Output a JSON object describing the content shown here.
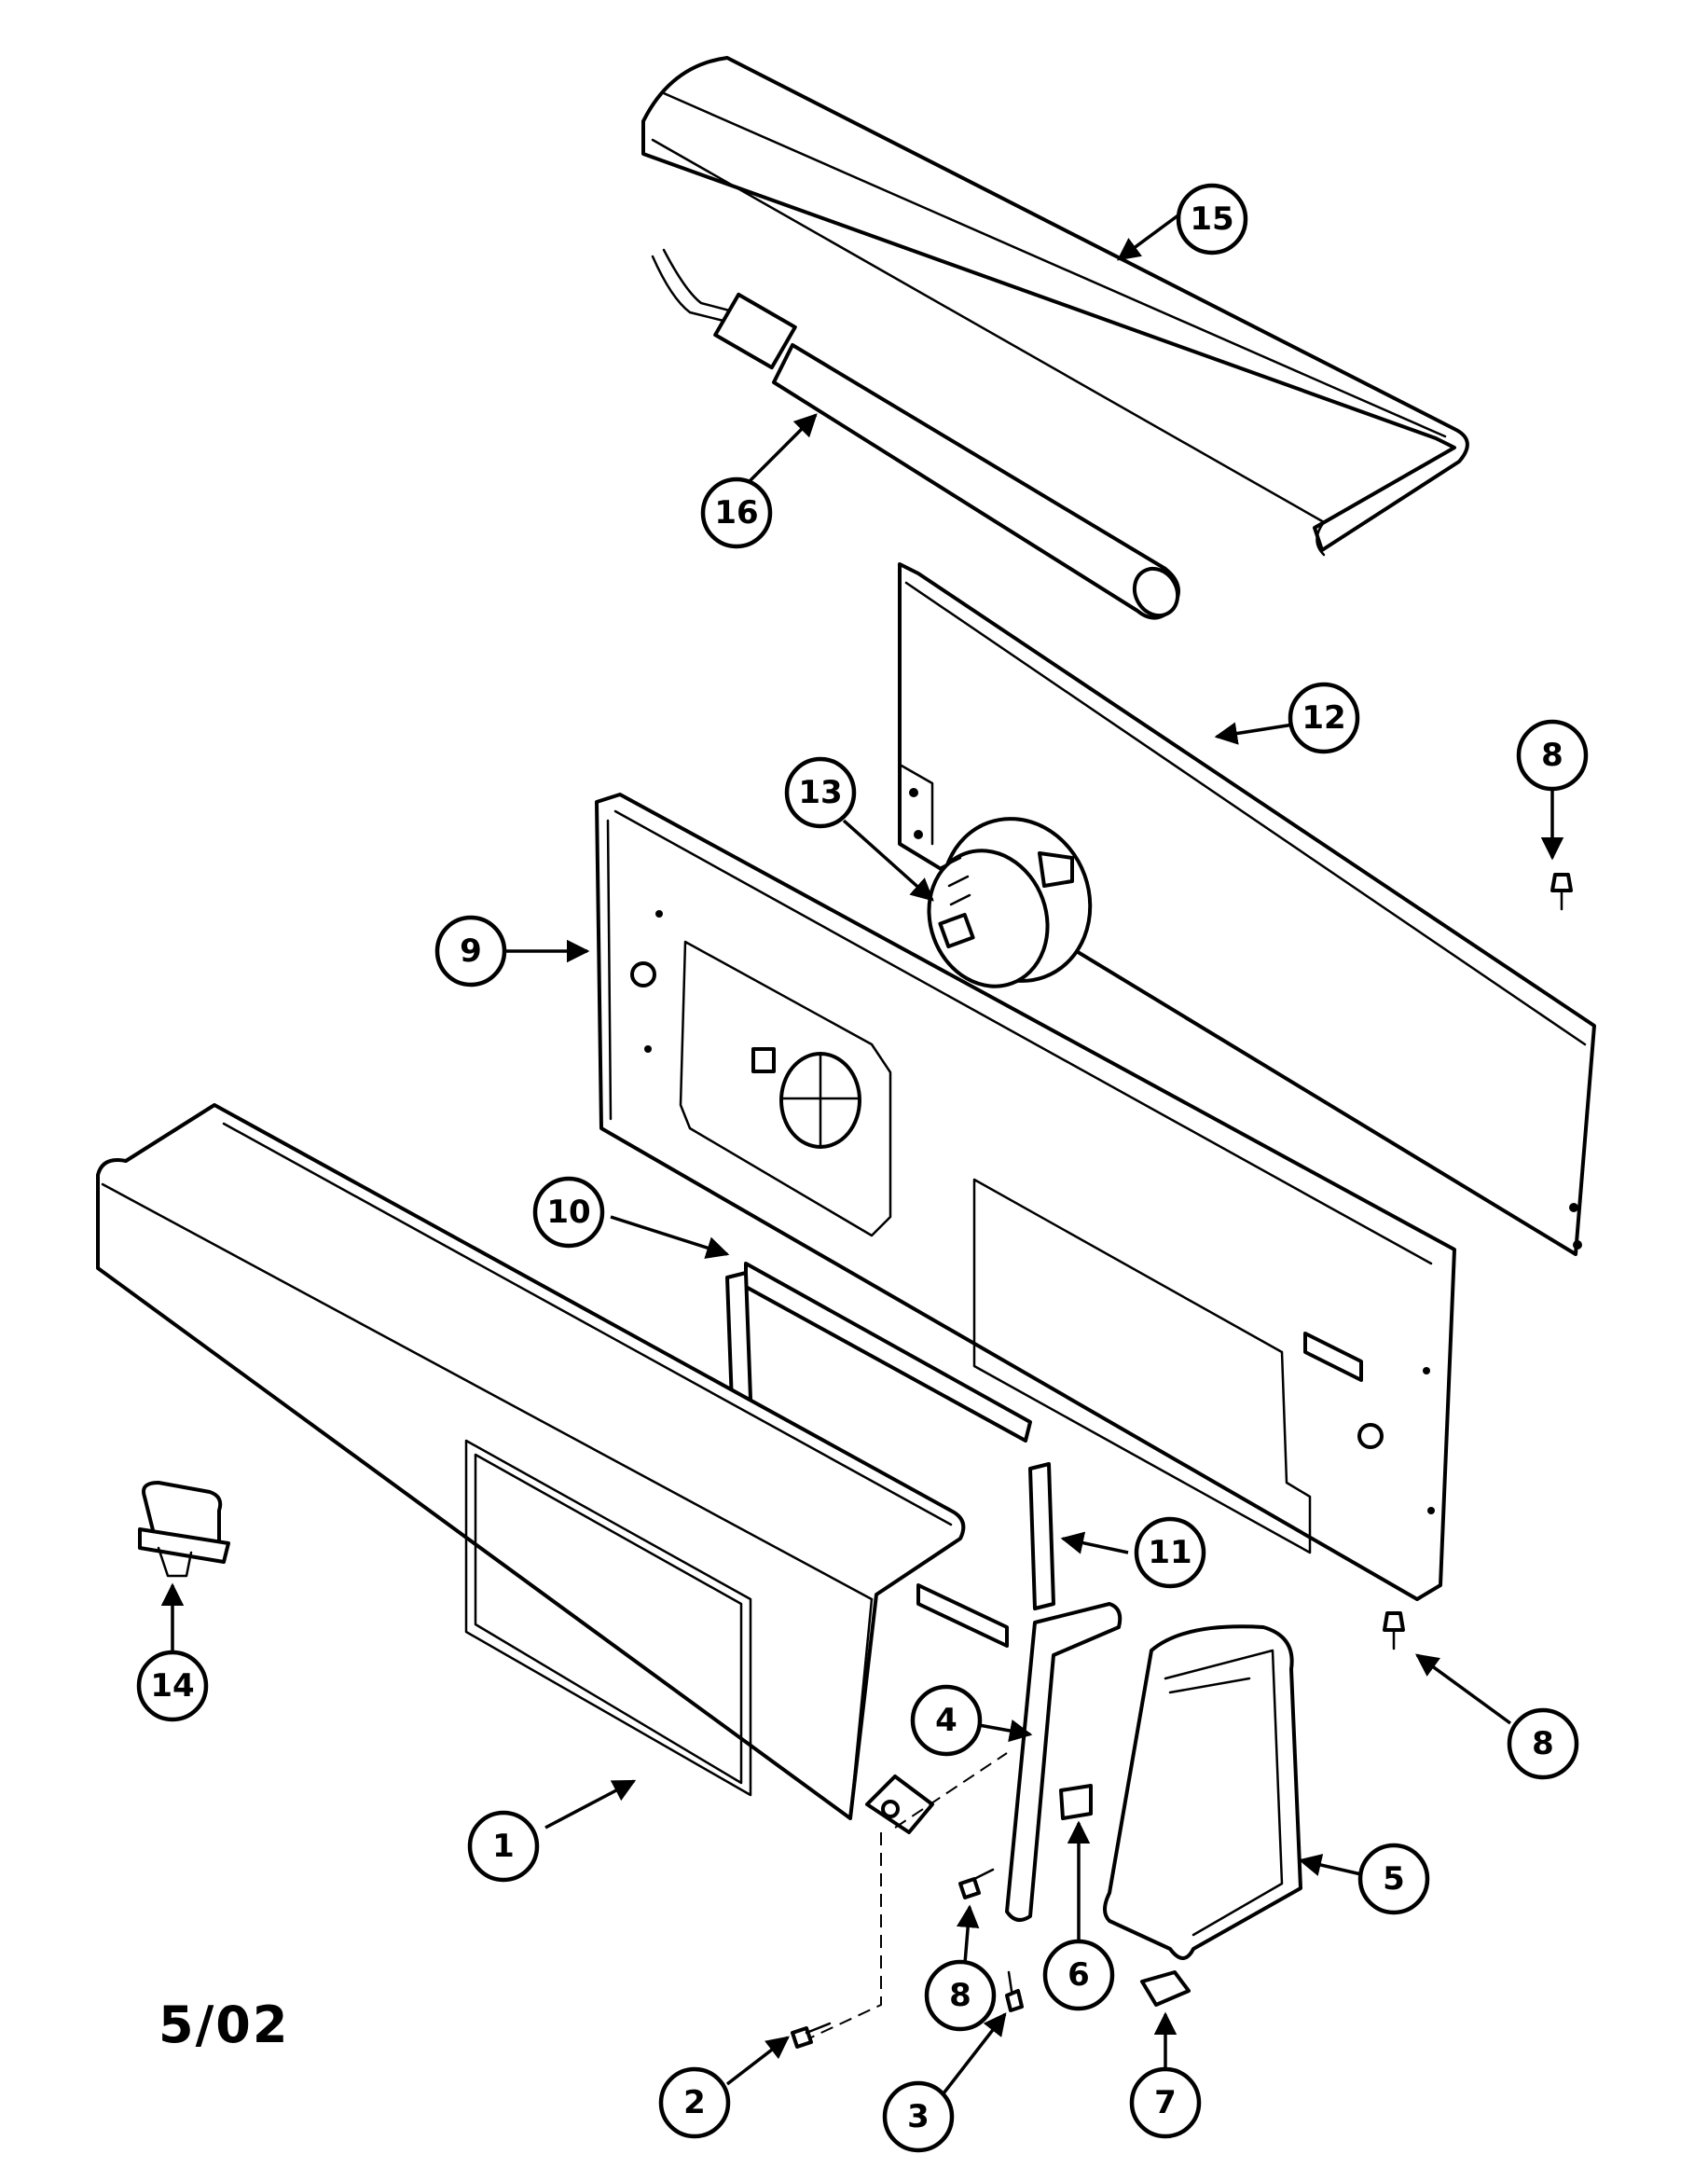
{
  "date_code": "5/02",
  "callouts": [
    {
      "id": "1",
      "label": "1"
    },
    {
      "id": "2",
      "label": "2"
    },
    {
      "id": "3",
      "label": "3"
    },
    {
      "id": "4",
      "label": "4"
    },
    {
      "id": "5",
      "label": "5"
    },
    {
      "id": "6",
      "label": "6"
    },
    {
      "id": "7",
      "label": "7"
    },
    {
      "id": "8a",
      "label": "8"
    },
    {
      "id": "8b",
      "label": "8"
    },
    {
      "id": "8c",
      "label": "8"
    },
    {
      "id": "9",
      "label": "9"
    },
    {
      "id": "10",
      "label": "10"
    },
    {
      "id": "11",
      "label": "11"
    },
    {
      "id": "12",
      "label": "12"
    },
    {
      "id": "13",
      "label": "13"
    },
    {
      "id": "14",
      "label": "14"
    },
    {
      "id": "15",
      "label": "15"
    },
    {
      "id": "16",
      "label": "16"
    }
  ]
}
